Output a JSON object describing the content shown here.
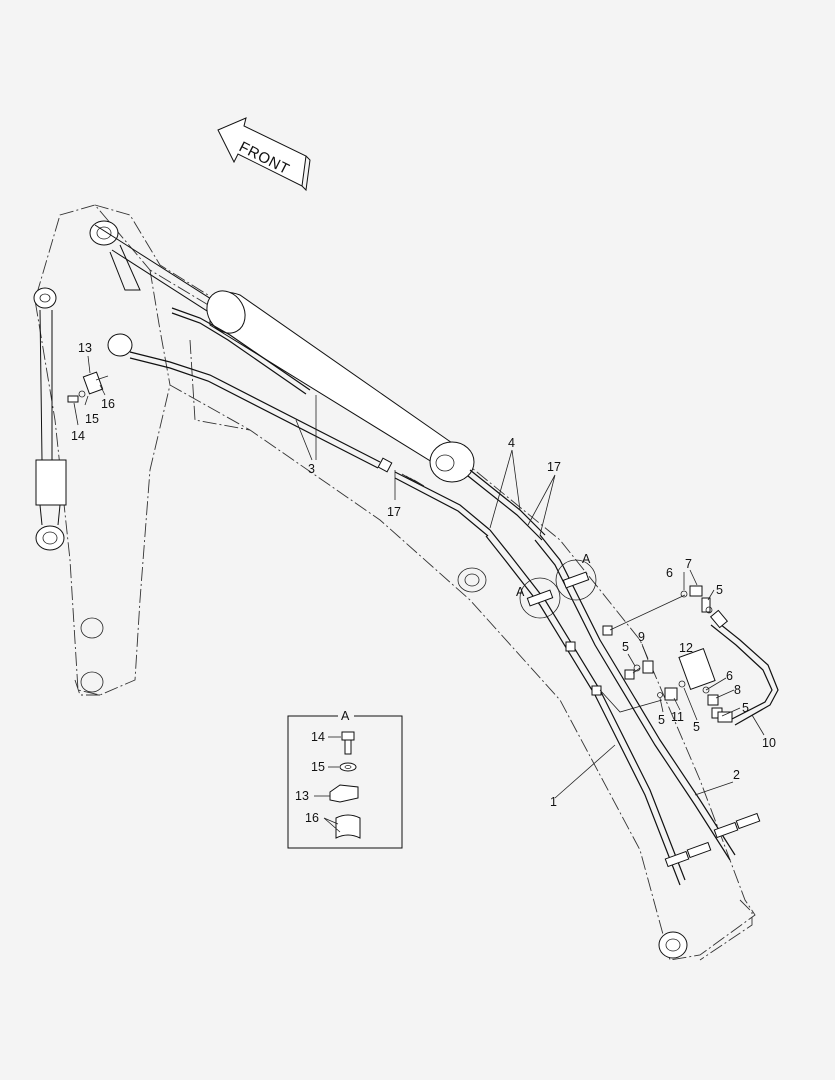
{
  "direction_arrow": {
    "text": "FRONT"
  },
  "detail_view": {
    "title": "A"
  },
  "labels": {
    "p1": "1",
    "p2": "2",
    "p3": "3",
    "p4": "4",
    "p5a": "5",
    "p5b": "5",
    "p5c": "5",
    "p5d": "5",
    "p5e": "5",
    "p6a": "6",
    "p6b": "6",
    "p7": "7",
    "p8": "8",
    "p9": "9",
    "p10": "10",
    "p11": "11",
    "p12": "12",
    "p13a": "13",
    "p13b": "13",
    "p14a": "14",
    "p14b": "14",
    "p15a": "15",
    "p15b": "15",
    "p16a": "16",
    "p16b": "16",
    "p17a": "17",
    "p17b": "17",
    "viewA1": "A",
    "viewA2": "A"
  }
}
